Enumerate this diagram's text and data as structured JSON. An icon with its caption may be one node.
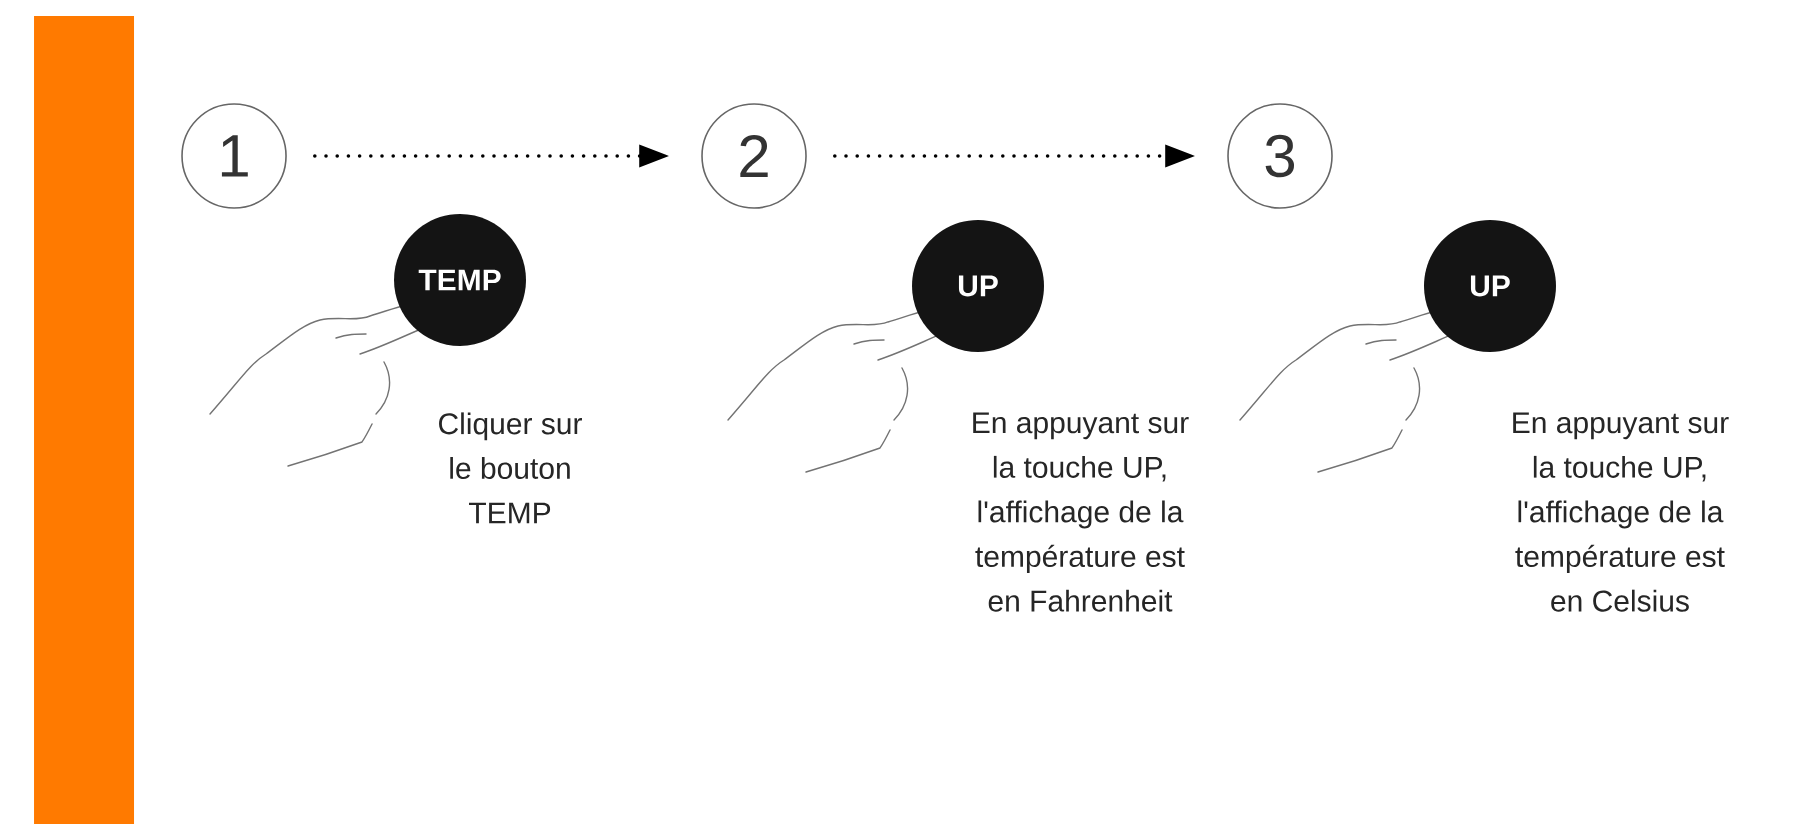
{
  "diagram": {
    "nodes": [
      {
        "text": [],
        "shape": "bar"
      },
      {
        "text": [
          "1"
        ]
      },
      {
        "text": [
          "2"
        ]
      },
      {
        "text": [
          "3"
        ]
      },
      {
        "text": [
          "TEMP"
        ],
        "beside": [
          "Cliquer sur le bouton TEMP"
        ]
      },
      {
        "text": [
          "UP"
        ],
        "beside": [
          "En appuyant sur la touche UP, l'affichage de la température est en Fahrenheit"
        ]
      },
      {
        "text": [
          "UP"
        ],
        "beside": [
          "En appuyant sur la touche UP, l'affichage de la température est en Celsius"
        ]
      }
    ],
    "edges": [
      {
        "from": 1,
        "to": 2,
        "arrow": "to"
      },
      {
        "from": 2,
        "to": 3,
        "arrow": "to"
      }
    ]
  }
}
